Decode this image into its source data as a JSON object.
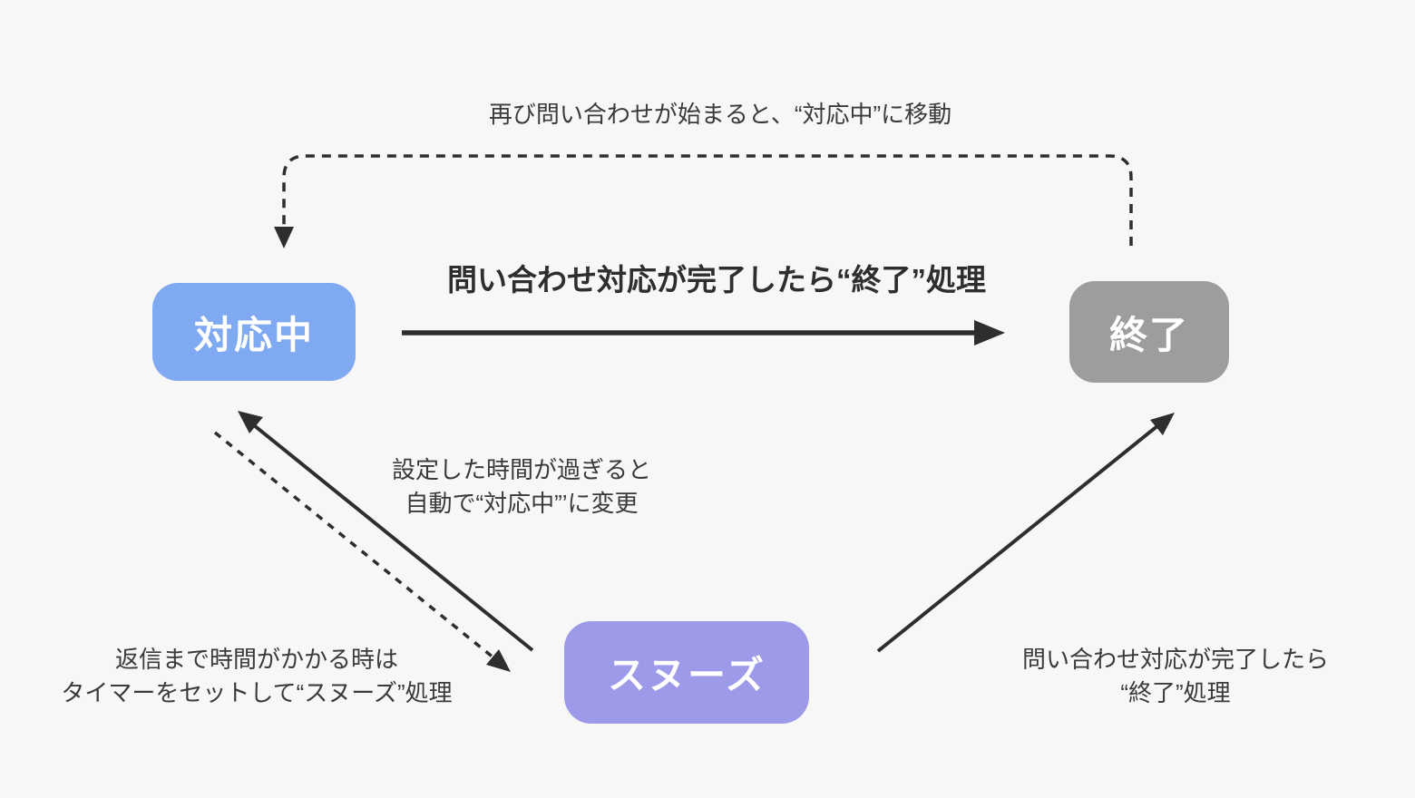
{
  "diagram": {
    "nodes": {
      "active": {
        "label": "対応中",
        "color": "#7fa9f0"
      },
      "closed": {
        "label": "終了",
        "color": "#9d9d9d"
      },
      "snooze": {
        "label": "スヌーズ",
        "color": "#9e9aea"
      }
    },
    "labels": {
      "reopen": "再び問い合わせが始まると、“対応中”に移動",
      "complete_bold": "問い合わせ対応が完了したら“終了”処理",
      "timeout_line1": "設定した時間が過ぎると",
      "timeout_line2": "自動で“対応中”’に変更",
      "to_snooze_line1": "返信まで時間がかかる時は",
      "to_snooze_line2": "タイマーをセットして“スヌーズ”処理",
      "snooze_end_line1": "問い合わせ対応が完了したら",
      "snooze_end_line2": "“終了”処理"
    },
    "colors": {
      "background": "#f7f7f7",
      "arrow": "#2e2e31",
      "label_text": "#3a3a3d"
    }
  }
}
